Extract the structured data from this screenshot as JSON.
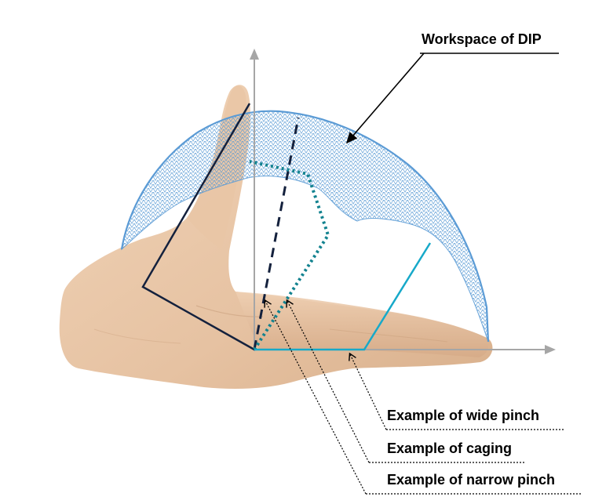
{
  "figure": {
    "workspace_label": "Workspace of DIP",
    "wide_pinch_label": "Example of wide pinch",
    "caging_label": "Example of caging",
    "narrow_pinch_label": "Example of narrow pinch"
  },
  "colors": {
    "axis": "#a6a6a6",
    "dome": "#5b9bd5",
    "wide_pinch": "#17a9c9",
    "caging": "#12828f",
    "narrow_pinch": "#14213d",
    "skin": "#e8c7a8",
    "text": "#000000"
  }
}
